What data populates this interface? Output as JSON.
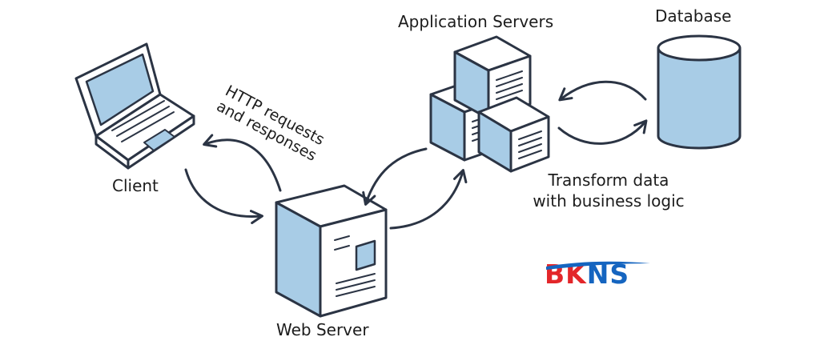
{
  "diagram": {
    "nodes": {
      "client": {
        "label": "Client",
        "icon": "laptop-icon"
      },
      "web_server": {
        "label": "Web Server",
        "icon": "server-tower-icon"
      },
      "app_servers": {
        "label": "Application Servers",
        "icon": "server-cubes-icon"
      },
      "database": {
        "label": "Database",
        "icon": "database-cylinder-icon"
      }
    },
    "annotations": {
      "http": "HTTP requests\nand responses",
      "transform": "Transform data\nwith business logic"
    },
    "edges": [
      {
        "from": "client",
        "to": "web_server",
        "bidirectional": true
      },
      {
        "from": "web_server",
        "to": "app_servers",
        "bidirectional": true
      },
      {
        "from": "app_servers",
        "to": "database",
        "bidirectional": true
      }
    ]
  },
  "logo": {
    "part1": "BK",
    "part2": "NS"
  },
  "colors": {
    "fill": "#a8cce6",
    "outline": "#2b3444",
    "background": "#ffffff",
    "logo_red": "#e3262a",
    "logo_blue": "#1565c0"
  }
}
